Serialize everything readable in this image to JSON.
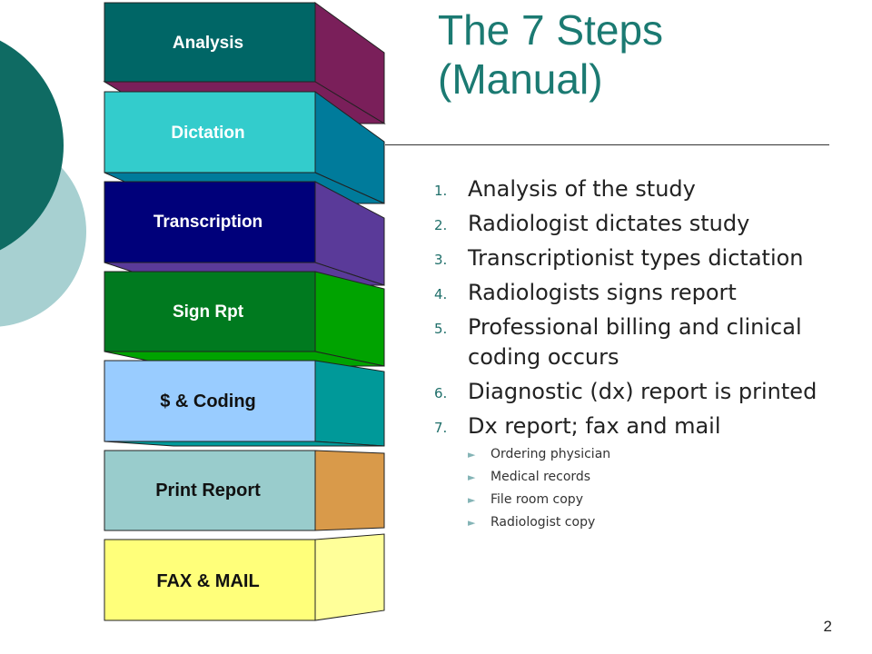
{
  "slide": {
    "title_line1": "The 7 Steps",
    "title_line2": "(Manual)",
    "page_number": "2"
  },
  "blocks": [
    {
      "label": "Analysis",
      "front": "#006666",
      "side": "#7a1f5a"
    },
    {
      "label": "Dictation",
      "front": "#33cccc",
      "side": "#007b9b"
    },
    {
      "label": "Transcription",
      "front": "#00007a",
      "side": "#5a3a99"
    },
    {
      "label": "Sign Rpt",
      "front": "#007a1f",
      "side": "#00a300"
    },
    {
      "label": "$ & Coding",
      "front": "#99ccff",
      "side": "#009999"
    },
    {
      "label": "Print Report",
      "front": "#99cccc",
      "side": "#d99a4a"
    },
    {
      "label": "FAX & MAIL",
      "front": "#ffff7a",
      "side": "#ffff99"
    }
  ],
  "steps": [
    {
      "num": "1.",
      "text": "Analysis of the study"
    },
    {
      "num": "2.",
      "text": "Radiologist dictates study"
    },
    {
      "num": "3.",
      "text": "Transcriptionist types dictation"
    },
    {
      "num": "4.",
      "text": "Radiologists signs report"
    },
    {
      "num": "5.",
      "text": "Professional billing and clinical coding occurs"
    },
    {
      "num": "6.",
      "text": "Diagnostic (dx) report is printed"
    },
    {
      "num": "7.",
      "text": "Dx report; fax and mail"
    }
  ],
  "sub_items": [
    "Ordering physician",
    "Medical records",
    "File room copy",
    "Radiologist copy"
  ],
  "colors": {
    "title": "#1b7a72",
    "circle_dark": "#0f6b63",
    "circle_light": "#a7d0d1"
  }
}
